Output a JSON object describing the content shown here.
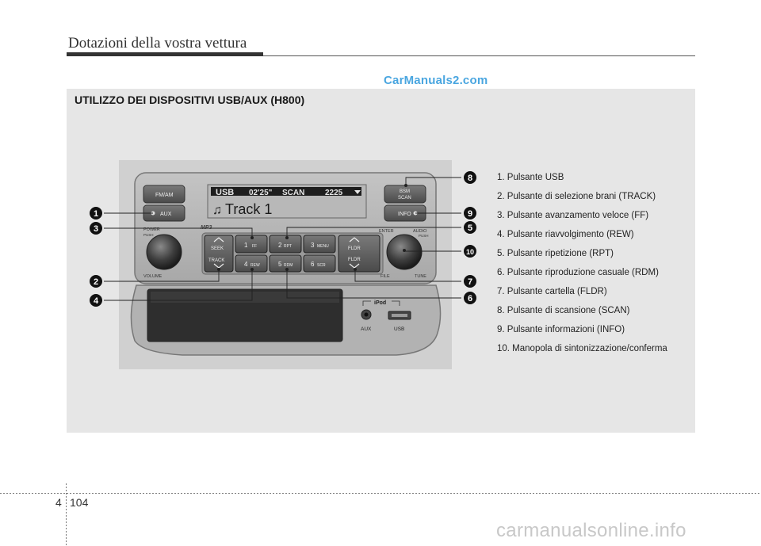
{
  "header": {
    "title": "Dotazioni della vostra vettura"
  },
  "watermark_top": "CarManuals2.com",
  "section_title": "UTILIZZO DEI DISPOSITIVI USB/AUX (H800)",
  "radio": {
    "display": {
      "mode": "USB",
      "time": "02'25\"",
      "status": "SCAN",
      "counter": "2225",
      "track": "Track 1"
    },
    "logo": "MP3",
    "buttons": {
      "fm_am": "FM/AM",
      "aux": "AUX",
      "power": "POWER",
      "push_left": "PUSH",
      "volume": "VOLUME",
      "seek": "SEEK",
      "track": "TRACK",
      "preset_1": "1",
      "preset_1_label": "FF",
      "preset_2": "2",
      "preset_2_label": "RPT",
      "preset_3": "3",
      "preset_3_label": "MENU",
      "preset_4": "4",
      "preset_4_label": "REW",
      "preset_5": "5",
      "preset_5_label": "RDM",
      "preset_6": "6",
      "preset_6_label": "SCR",
      "fldr_up": "FLDR",
      "fldr_down": "FLDR",
      "bsm": "BSM",
      "scan": "SCAN",
      "info": "INFO",
      "enter": "ENTER",
      "audio": "AUDIO",
      "push_right": "PUSH",
      "file": "FILE",
      "tune": "TUNE"
    },
    "ports": {
      "ipod": "iPod",
      "aux": "AUX",
      "usb": "USB"
    }
  },
  "callouts": [
    "1",
    "2",
    "3",
    "4",
    "5",
    "6",
    "7",
    "8",
    "9",
    "10"
  ],
  "legend": [
    "1. Pulsante USB",
    "2. Pulsante di selezione brani (TRACK)",
    "3. Pulsante avanzamento veloce (FF)",
    "4. Pulsante riavvolgimento (REW)",
    "5. Pulsante ripetizione (RPT)",
    "6. Pulsante riproduzione casuale (RDM)",
    "7. Pulsante cartella (FLDR)",
    "8. Pulsante di scansione (SCAN)",
    "9. Pulsante informazioni (INFO)",
    "10. Manopola di sintonizzazione/conferma"
  ],
  "footer": {
    "chapter": "4",
    "page": "104",
    "watermark": "carmanualsonline.info"
  }
}
